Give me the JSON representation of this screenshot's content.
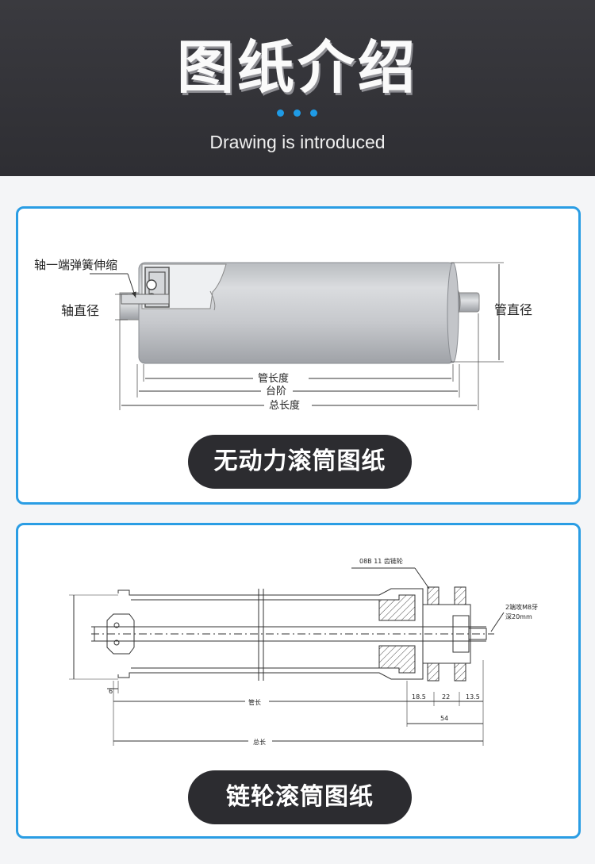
{
  "header": {
    "title": "图纸介绍",
    "subtitle": "Drawing is introduced",
    "accent_color": "#1f9be6"
  },
  "card1": {
    "labels": {
      "spring": "轴一端弹簧伸缩",
      "shaft_diameter": "轴直径",
      "tube_diameter": "管直径",
      "tube_length": "管长度",
      "step": "台阶",
      "total_length": "总长度"
    },
    "caption": "无动力滚筒图纸"
  },
  "card2": {
    "labels": {
      "sprocket": "08B 11 齿链轮",
      "thread_line1": "2端攻M8牙",
      "thread_line2": "深20mm",
      "dim_6": "6",
      "dim_185": "18.5",
      "dim_22": "22",
      "dim_135": "13.5",
      "dim_54": "54",
      "tube_length": "管长",
      "total_length": "总长"
    },
    "caption": "链轮滚筒图纸"
  },
  "colors": {
    "card_border": "#2a9de4",
    "pill_bg": "#2c2c30",
    "header_bg": "#333338"
  }
}
